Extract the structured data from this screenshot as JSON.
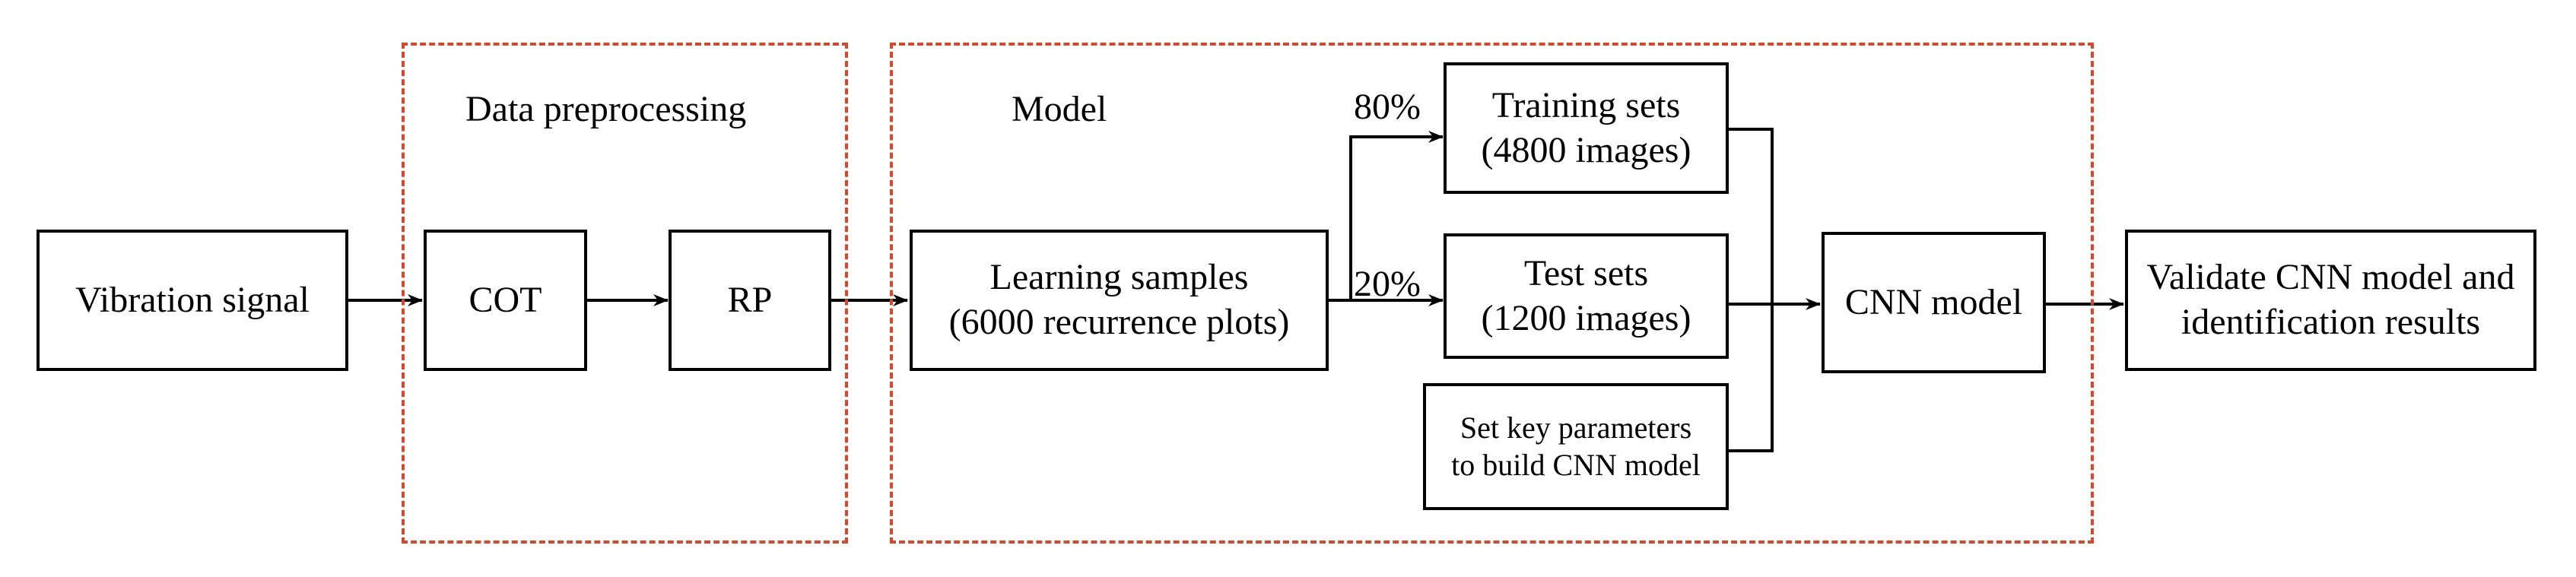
{
  "regions": {
    "preprocessing": "Data preprocessing",
    "model": "Model"
  },
  "nodes": {
    "vibration": "Vibration signal",
    "cot": "COT",
    "rp": "RP",
    "learning": [
      "Learning samples",
      "(6000 recurrence plots)"
    ],
    "training": [
      "Training sets",
      "(4800 images)"
    ],
    "test": [
      "Test sets",
      "(1200 images)"
    ],
    "params": [
      "Set key parameters",
      "to build CNN model"
    ],
    "cnn": "CNN model",
    "validate": [
      "Validate CNN model and",
      "identification results"
    ]
  },
  "split": {
    "train_pct": "80%",
    "test_pct": "20%"
  },
  "colors": {
    "region_border": "#d9472b",
    "line": "#000000"
  }
}
